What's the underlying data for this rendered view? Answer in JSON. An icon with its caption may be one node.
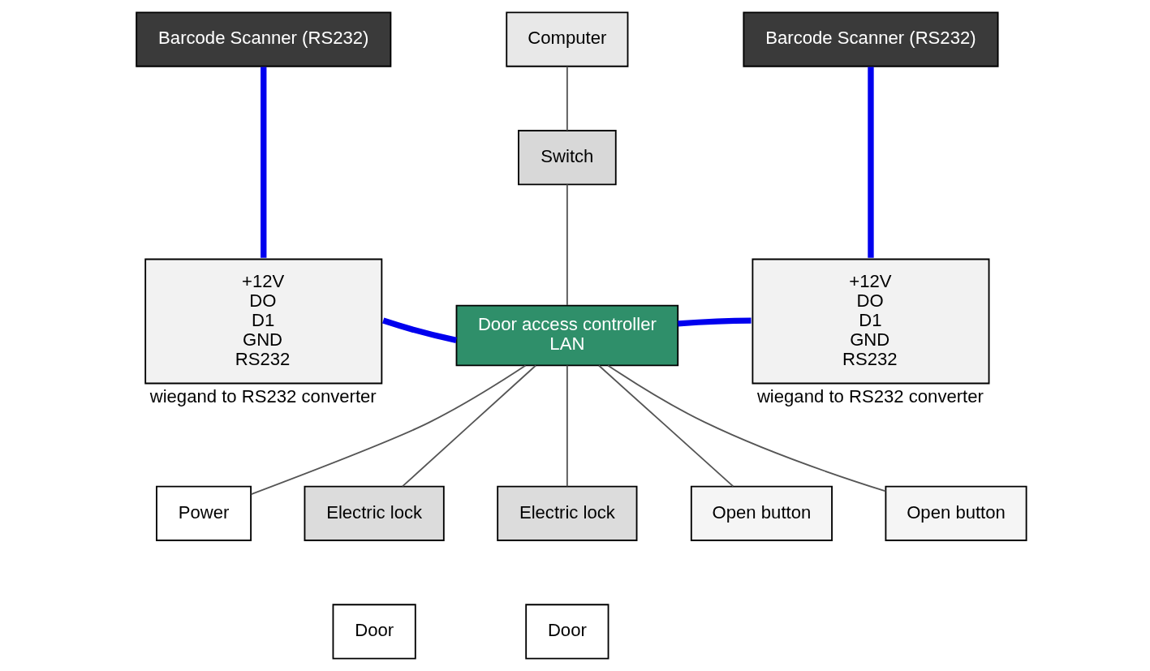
{
  "diagram": {
    "nodes": [
      {
        "text": [
          "Barcode Scanner (RS232)"
        ]
      },
      {
        "text": [
          "+12V",
          "DO",
          "D1",
          "GND",
          "RS232"
        ],
        "beside": [
          "wiegand to RS232 converter"
        ]
      },
      {
        "text": [
          "Door access controller",
          "LAN"
        ]
      },
      {
        "text": [
          "Computer"
        ]
      },
      {
        "text": [
          "Switch"
        ]
      },
      {
        "text": [
          "Power"
        ]
      },
      {
        "text": [
          "Electric lock"
        ]
      },
      {
        "text": [
          "Electric lock"
        ]
      },
      {
        "text": [
          "Open button"
        ]
      },
      {
        "text": [
          "Door"
        ]
      },
      {
        "text": [
          "Door"
        ]
      },
      {
        "text": [
          "Open button"
        ]
      },
      {
        "text": [
          "Barcode Scanner (RS232)"
        ]
      },
      {
        "text": [
          "+12V",
          "DO",
          "D1",
          "GND",
          "RS232"
        ],
        "beside": [
          "wiegand to RS232 converter"
        ]
      }
    ],
    "edges": [
      {
        "from": 0,
        "to": 1,
        "arrow": "none",
        "style": "thick",
        "color": "#0000ee"
      },
      {
        "from": 1,
        "to": 2,
        "arrow": "none",
        "style": "thick",
        "color": "#0000ee"
      },
      {
        "from": 3,
        "to": 4,
        "arrow": "none"
      },
      {
        "from": 4,
        "to": 2,
        "arrow": "none"
      },
      {
        "from": 2,
        "to": 6,
        "arrow": "none"
      },
      {
        "from": 2,
        "to": 5,
        "arrow": "none"
      },
      {
        "from": 2,
        "to": 7,
        "arrow": "none"
      },
      {
        "from": 2,
        "to": 8,
        "arrow": "none"
      },
      {
        "from": 2,
        "to": 11,
        "arrow": "none"
      },
      {
        "from": 2,
        "to": 13,
        "arrow": "none",
        "style": "thick",
        "color": "#0000ee"
      },
      {
        "from": 13,
        "to": 12,
        "arrow": "none",
        "style": "thick",
        "color": "#0000ee"
      }
    ]
  }
}
